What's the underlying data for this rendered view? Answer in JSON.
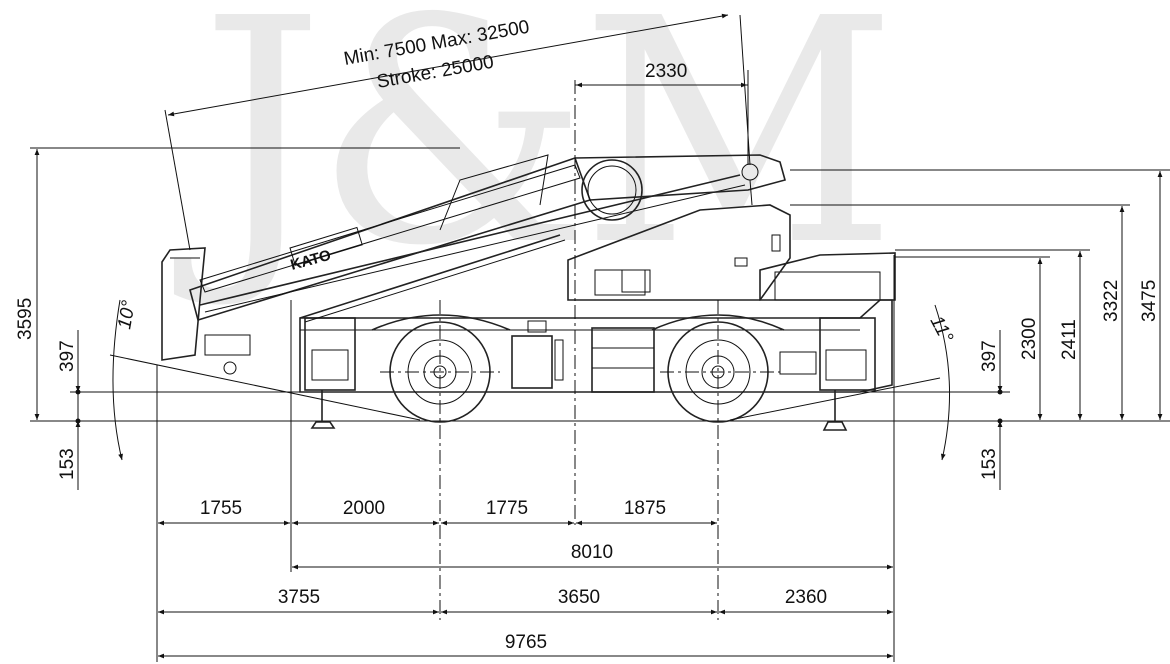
{
  "watermark": "J&M",
  "brand_plate": "KATO",
  "boom": {
    "reach_text": "Min: 7500 Max: 32500",
    "stroke_text": "Stroke: 25000",
    "tip_offset": "2330"
  },
  "heights": {
    "overall_left": "3595",
    "boom_top": "3475",
    "cab_top": "3322",
    "deck_rear": "2411",
    "deck_front": "2300"
  },
  "clearances": {
    "outrigger_left": "397",
    "outrigger_right": "397",
    "ground_left": "153",
    "ground_right": "153"
  },
  "angles": {
    "approach": "10°",
    "departure": "11°"
  },
  "horizontal": {
    "row1": [
      "1755",
      "2000",
      "1775",
      "1875"
    ],
    "outrigger_span": "8010",
    "row3": [
      "3755",
      "3650",
      "2360"
    ],
    "overall_length": "9765"
  }
}
